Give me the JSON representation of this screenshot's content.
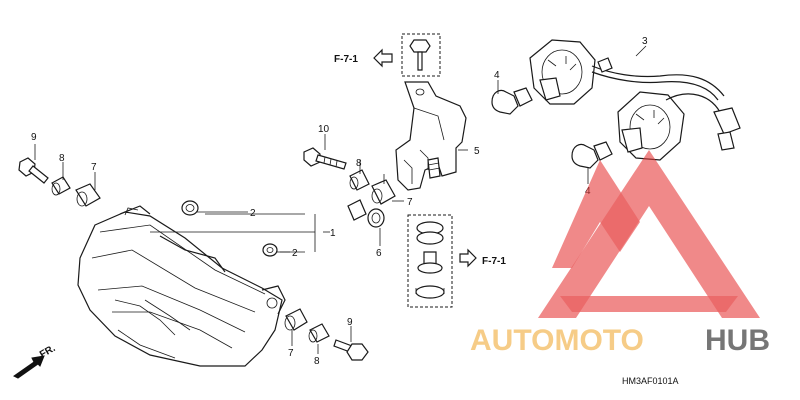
{
  "callouts": {
    "c1": "1",
    "c2a": "2",
    "c2b": "2",
    "c3": "3",
    "c4a": "4",
    "c4b": "4",
    "c5": "5",
    "c6": "6",
    "c7a": "7",
    "c7b": "7",
    "c7c": "7",
    "c8a": "8",
    "c8b": "8",
    "c9a": "9",
    "c9b": "9",
    "c10": "10"
  },
  "refs": {
    "top": "F-7-1",
    "middle": "F-7-1"
  },
  "front_marker": "FR.",
  "drawing_code": "HM3AF0101A",
  "watermark": {
    "part1": "AUTOMOTO",
    "part2": "HUB",
    "color_primary": "#e63b3b",
    "color_secondary": "#f5c06a",
    "color_dark": "#555555"
  }
}
